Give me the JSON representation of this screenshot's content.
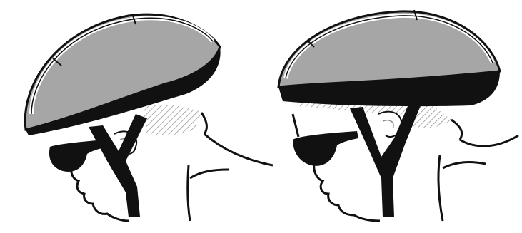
{
  "figures": [
    {
      "id": "left",
      "helmet_tilt": "forward"
    },
    {
      "id": "right",
      "helmet_tilt": "level"
    }
  ],
  "colors": {
    "ink": "#111111",
    "shell": "#a6a6a6",
    "paper": "#ffffff",
    "hatch": "#8a8a8a"
  }
}
